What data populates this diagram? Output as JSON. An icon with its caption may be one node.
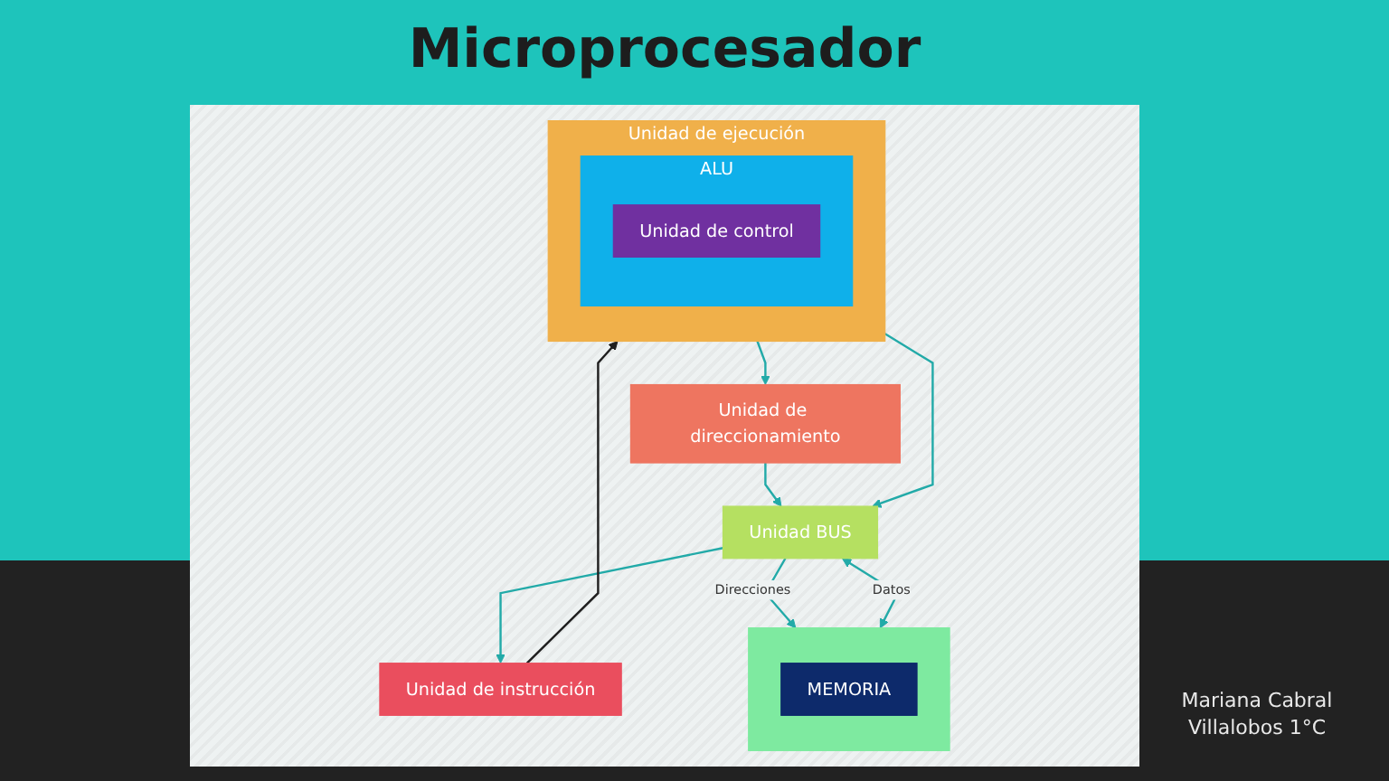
{
  "diagram": {
    "title": "Microprocesador",
    "nodes": [
      {
        "text": [
          "Unidad de direccionamiento"
        ]
      },
      {
        "text": [
          "Unidad BUS"
        ]
      },
      {
        "text": [],
        "shape": "box"
      },
      {
        "text": [
          "MEMORIA"
        ],
        "in": 2
      },
      {
        "text": [
          "Unidad de ejecución"
        ]
      },
      {
        "text": [
          "ALU"
        ],
        "in": 4
      },
      {
        "text": [
          "Unidad de control"
        ],
        "in": 5
      },
      {
        "text": [
          "Unidad de instrucción"
        ]
      }
    ],
    "edges": [
      {
        "from": 0,
        "to": 1,
        "arrow": "to"
      },
      {
        "from": 4,
        "to": 0,
        "arrow": "to"
      },
      {
        "from": 4,
        "to": 1,
        "arrow": "to"
      },
      {
        "from": 1,
        "to": 2,
        "arrow": "to",
        "label": "Direcciones"
      },
      {
        "from": 1,
        "to": 2,
        "arrow": "both",
        "label": "Datos"
      },
      {
        "from": 1,
        "to": 7,
        "arrow": "to"
      },
      {
        "from": 7,
        "to": 4,
        "arrow": "to",
        "color": "#1f1f1f"
      }
    ],
    "labels": [
      "Mariana Cabral Villalobos 1°C"
    ]
  }
}
